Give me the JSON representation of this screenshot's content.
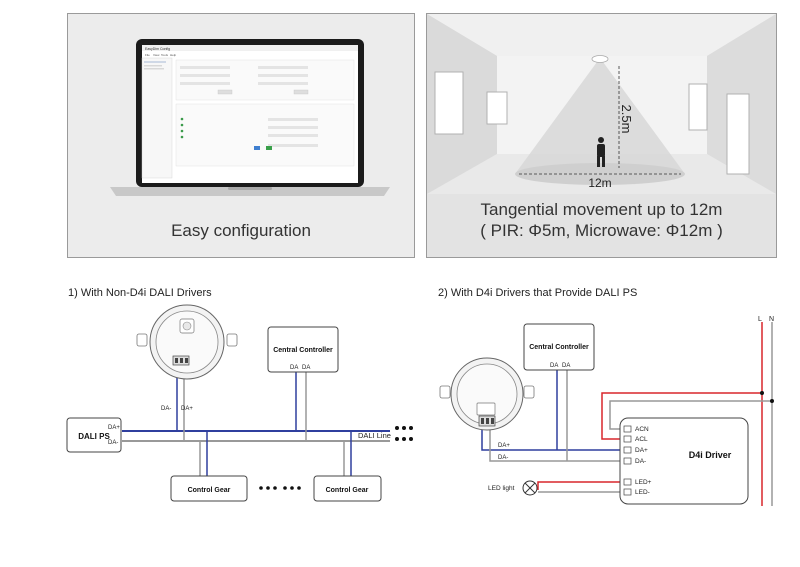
{
  "config_panel": {
    "caption": "Easy configuration",
    "app_window": {
      "title": "EasyDim Config",
      "menu": [
        "File",
        "View",
        "Tools",
        "Help"
      ]
    }
  },
  "sensor_panel": {
    "height_label": "2.5m",
    "distance_label": "12m",
    "caption_line1": "Tangential movement up to 12m",
    "caption_line2": "( PIR: Φ5m, Microwave: Φ12m )"
  },
  "diagram1": {
    "title": "1) With Non-D4i DALI Drivers",
    "ps_label": "DALI PS",
    "ps_da_plus": "DA+",
    "ps_da_minus": "DA-",
    "sensor_da_minus": "DA-",
    "sensor_da_plus": "DA+",
    "controller_label": "Central Controller",
    "controller_da1": "DA",
    "controller_da2": "DA",
    "line_label": "DALI Line",
    "gear1_label": "Control Gear",
    "gear2_label": "Control Gear"
  },
  "diagram2": {
    "title": "2) With D4i Drivers that Provide DALI PS",
    "controller_label": "Central Controller",
    "controller_da1": "DA",
    "controller_da2": "DA",
    "sensor_da_plus": "DA+",
    "sensor_da_minus": "DA-",
    "l_label": "L",
    "n_label": "N",
    "driver_label": "D4i Driver",
    "terminals": [
      "ACN",
      "ACL",
      "DA+",
      "DA-",
      "LED+",
      "LED-"
    ],
    "led_label": "LED light"
  },
  "colors": {
    "dali_blue": "#2f3f9e",
    "live_red": "#d9262c",
    "neutral_gray": "#999999",
    "panel_gray": "#ececec"
  }
}
